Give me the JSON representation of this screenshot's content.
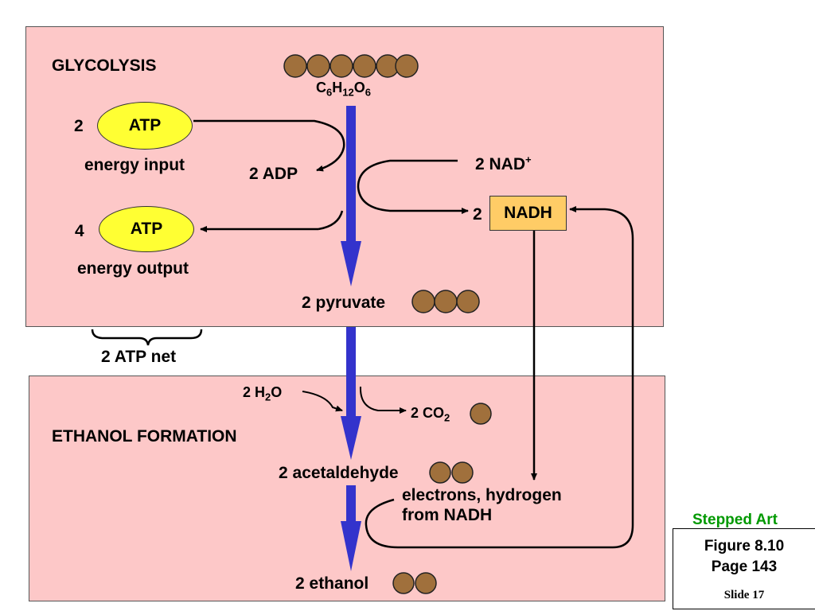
{
  "glycolysis": {
    "title": "GLYCOLYSIS",
    "glucose_label": "C6H12O6",
    "atp_in_count": "2",
    "atp_label": "ATP",
    "energy_input": "energy input",
    "adp_label": "2 ADP",
    "atp_out_count": "4",
    "energy_output": "energy output",
    "nad_label": "2 NAD+",
    "nadh_count": "2",
    "nadh_label": "NADH",
    "pyruvate_label": "2 pyruvate",
    "net_label": "2 ATP net"
  },
  "ethanol": {
    "title": "ETHANOL FORMATION",
    "water_label": "2 H2O",
    "co2_label": "2 CO2",
    "acetaldehyde_label": "2 acetaldehyde",
    "electrons_line1": "electrons, hydrogen",
    "electrons_line2": "from NADH",
    "ethanol_label": "2 ethanol"
  },
  "caption": {
    "stepped_art": "Stepped Art",
    "figure": "Figure 8.10",
    "page": "Page 143",
    "slide": "Slide 17"
  },
  "colors": {
    "panel": "#fdc8c8",
    "atp_fill": "#ffff33",
    "nadh_fill": "#ffcc66",
    "main_arrow": "#3333cc",
    "molecule": "#a0703c",
    "stepped_art": "#009900"
  }
}
